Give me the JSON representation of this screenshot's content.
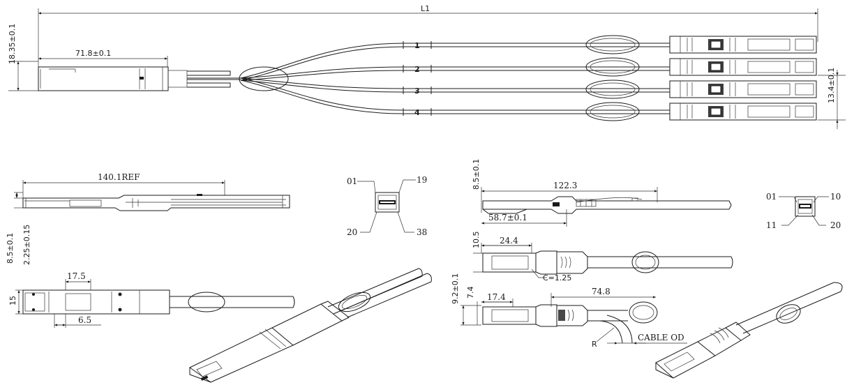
{
  "top_view": {
    "overall_length": "L1",
    "height_dim": "18.35±0.1",
    "qsfp_length": "71.8±0.1",
    "pitch_dim": "13.4±0.1",
    "branch_labels": [
      "1",
      "2",
      "3",
      "4"
    ]
  },
  "qsfp_view": {
    "length_ref": "140.1REF",
    "height_dim": "8.5±0.1",
    "tab_dim": "2.25±0.15",
    "width_dim": "15",
    "window_dim": "17.5",
    "latch_dim": "6.5"
  },
  "qsfp_connector": {
    "pin_top_left": "01",
    "pin_top_right": "19",
    "pin_bottom_left": "20",
    "pin_bottom_right": "38"
  },
  "sfp_view": {
    "height_dim": "8.5±0.1",
    "length_dim": "122.3",
    "body_dim": "58.7±0.1",
    "side_height": "10.5",
    "window_dim": "24.4",
    "chamfer": "C=1.25",
    "bottom_height": "9.2±0.1",
    "bottom_height2": "7.4",
    "bottom_window": "17.4",
    "pull_length": "74.8",
    "radius_label": "R",
    "cable_od": "CABLE OD"
  },
  "sfp_connector": {
    "pin_top_left": "01",
    "pin_top_right": "10",
    "pin_bottom_left": "11",
    "pin_bottom_right": "20"
  }
}
